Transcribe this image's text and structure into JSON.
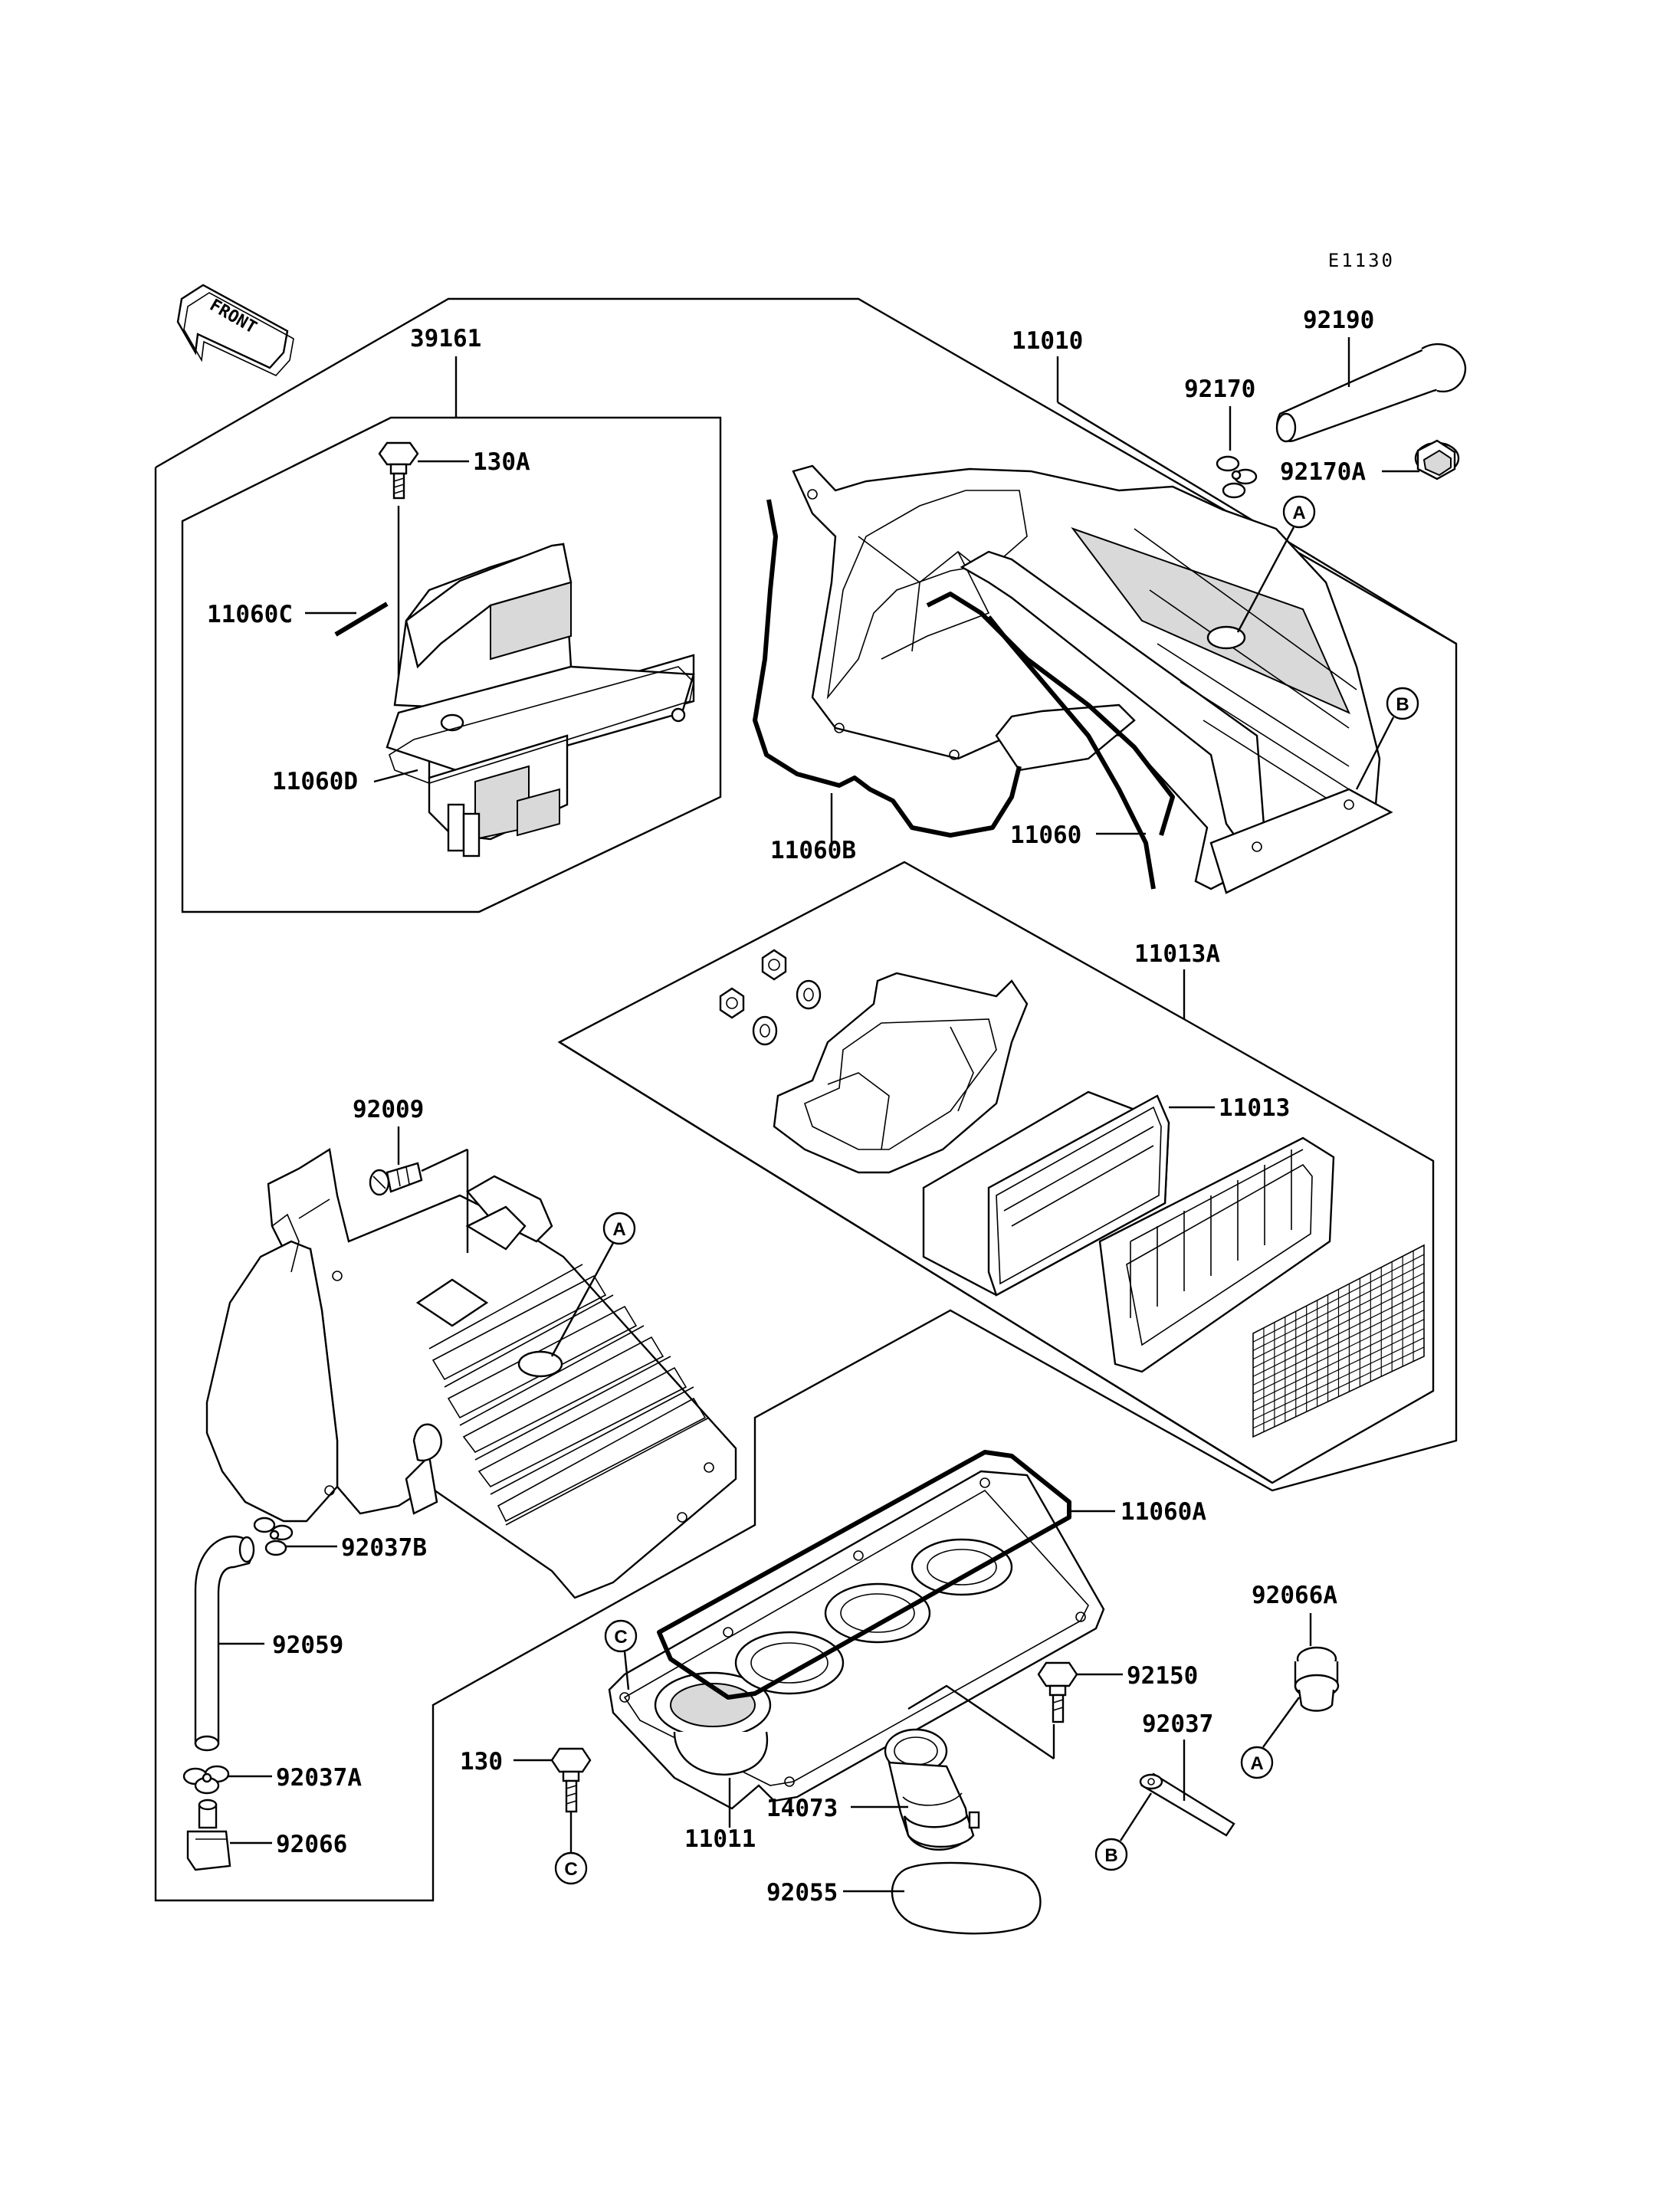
{
  "diagram_code": "E1130",
  "front_label": "FRONT",
  "labels": {
    "p39161": "39161",
    "p130A": "130A",
    "p11060C": "11060C",
    "p11060D": "11060D",
    "p11010": "11010",
    "p92190": "92190",
    "p92170": "92170",
    "p92170A": "92170A",
    "p11060B": "11060B",
    "p11060": "11060",
    "p11013A": "11013A",
    "p11013": "11013",
    "p92009": "92009",
    "p11060A": "11060A",
    "p92037B": "92037B",
    "p92059": "92059",
    "p92066A": "92066A",
    "p92150": "92150",
    "p92037": "92037",
    "p92037A": "92037A",
    "p130": "130",
    "p14073": "14073",
    "p11011": "11011",
    "p92066": "92066",
    "p92055": "92055"
  },
  "reference_marks": {
    "a1": "A",
    "a2": "A",
    "a3": "A",
    "b1": "B",
    "b2": "B",
    "c1": "C",
    "c2": "C"
  }
}
